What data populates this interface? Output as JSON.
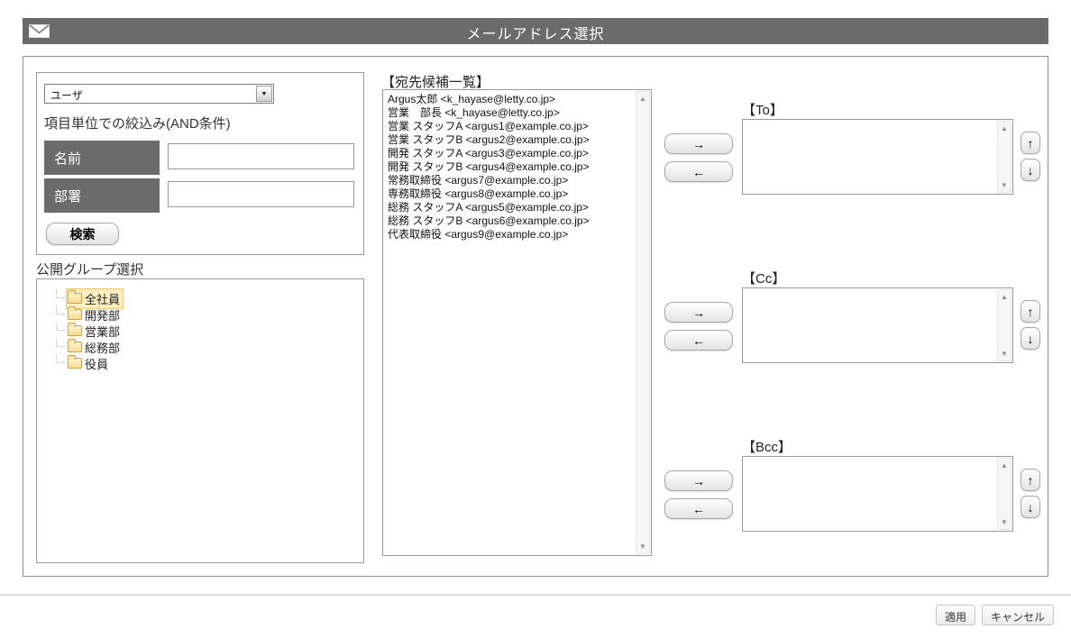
{
  "title_bar": {
    "title": "メールアドレス選択"
  },
  "icons": {
    "dropdown_arrow": "▼",
    "scroll_up": "▲",
    "scroll_down": "▼"
  },
  "search_panel": {
    "type_select": {
      "value": "ユーザ"
    },
    "filter_label": "項目単位での絞込み(AND条件)",
    "fields": [
      {
        "label": "名前",
        "value": ""
      },
      {
        "label": "部署",
        "value": ""
      }
    ],
    "search_button": "検索"
  },
  "group_panel": {
    "label": "公開グループ選択",
    "items": [
      {
        "label": "全社員",
        "selected": true
      },
      {
        "label": "開発部",
        "selected": false
      },
      {
        "label": "営業部",
        "selected": false
      },
      {
        "label": "総務部",
        "selected": false
      },
      {
        "label": "役員",
        "selected": false
      }
    ]
  },
  "candidates": {
    "label": "【宛先候補一覧】",
    "items": [
      "Argus太郎 <k_hayase@letty.co.jp>",
      "営業　部長 <k_hayase@letty.co.jp>",
      "営業 スタッフA <argus1@example.co.jp>",
      "営業 スタッフB <argus2@example.co.jp>",
      "開発 スタッフA <argus3@example.co.jp>",
      "開発 スタッフB <argus4@example.co.jp>",
      "常務取締役 <argus7@example.co.jp>",
      "専務取締役 <argus8@example.co.jp>",
      "総務 スタッフA <argus5@example.co.jp>",
      "総務 スタッフB <argus6@example.co.jp>",
      "代表取締役 <argus9@example.co.jp>"
    ]
  },
  "transfer_sections": [
    {
      "label": "【To】",
      "add_label": "→",
      "remove_label": "←",
      "up_label": "↑",
      "down_label": "↓",
      "items": []
    },
    {
      "label": "【Cc】",
      "add_label": "→",
      "remove_label": "←",
      "up_label": "↑",
      "down_label": "↓",
      "items": []
    },
    {
      "label": "【Bcc】",
      "add_label": "→",
      "remove_label": "←",
      "up_label": "↑",
      "down_label": "↓",
      "items": []
    }
  ],
  "footer": {
    "apply_label": "適用",
    "cancel_label": "キャンセル"
  },
  "colors": {
    "titlebar_bg": "#6b6b6b",
    "field_label_bg": "#6b6b6b",
    "selected_group_bg": "#ffefc0",
    "selected_group_border": "#f1c77d",
    "box_border": "#999999"
  }
}
